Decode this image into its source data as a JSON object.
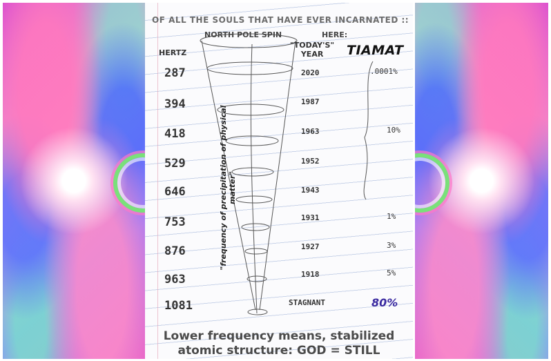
{
  "header": {
    "title": "OF ALL THE SOULS THAT HAVE EVER INCARNATED ::",
    "north_pole": "NORTH POLE SPIN",
    "here": "HERE:",
    "hertz_label": "HERTZ",
    "todays_year": "\"TODAY'S\"\nYEAR",
    "tiamat": "TIAMAT"
  },
  "vertical_label": "\"frequency of precipitation of physical matter\"",
  "rows": [
    {
      "hertz": "287",
      "year": "2020",
      "percent": ".0001%"
    },
    {
      "hertz": "394",
      "year": "1987",
      "percent": ""
    },
    {
      "hertz": "418",
      "year": "1963",
      "percent": "10%"
    },
    {
      "hertz": "529",
      "year": "1952",
      "percent": ""
    },
    {
      "hertz": "646",
      "year": "1943",
      "percent": ""
    },
    {
      "hertz": "753",
      "year": "1931",
      "percent": "1%"
    },
    {
      "hertz": "876",
      "year": "1927",
      "percent": "3%"
    },
    {
      "hertz": "963",
      "year": "1918",
      "percent": "5%"
    },
    {
      "hertz": "1081",
      "year": "STAGNANT",
      "percent": "80%"
    }
  ],
  "footer": {
    "line1": "Lower frequency means, stabilized",
    "line2": "atomic structure:  GOD = STILL"
  },
  "colors": {
    "accent_percent": "#3a2aa0",
    "lines": "#9fb2d8"
  }
}
